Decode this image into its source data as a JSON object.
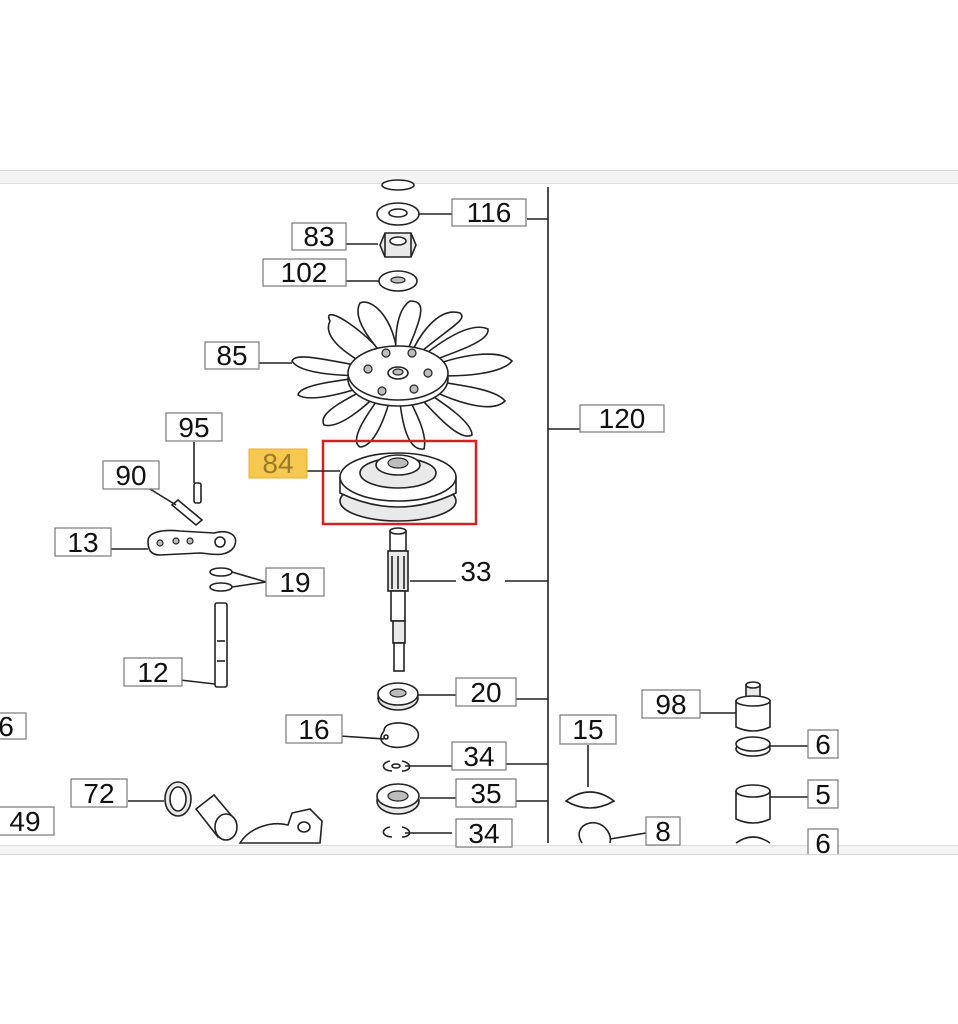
{
  "diagram": {
    "highlighted_part": "84",
    "selection_color": "#d32027",
    "highlight_color": "#f6c84f",
    "labels": {
      "p116": "116",
      "p83": "83",
      "p102": "102",
      "p85": "85",
      "p120": "120",
      "p95": "95",
      "p84": "84",
      "p90": "90",
      "p13": "13",
      "p19": "19",
      "p33": "33",
      "p12": "12",
      "p98": "98",
      "p20": "20",
      "p6a": "6",
      "p16": "16",
      "p15": "15",
      "p6b": "6",
      "p34a": "34",
      "p72": "72",
      "p35": "35",
      "p5": "5",
      "p49": "49",
      "p34b": "34",
      "p8": "8",
      "p6c": "6"
    }
  }
}
